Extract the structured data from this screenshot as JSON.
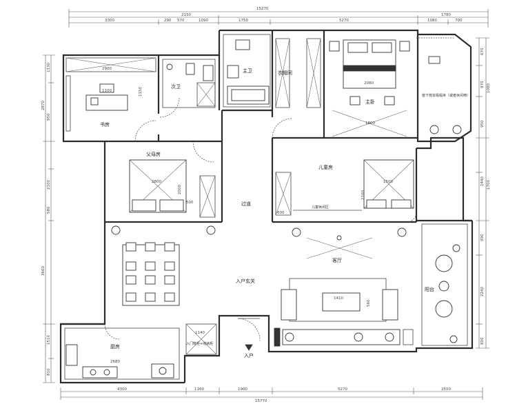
{
  "overall_dims": {
    "top_total": "15270",
    "bottom_total": "15770"
  },
  "top_dims": [
    "3300",
    "2150",
    "290",
    "570",
    "1090",
    "1750",
    "5270",
    "1780",
    "1080",
    "700"
  ],
  "bottom_dims": [
    "4300",
    "1160",
    "1900",
    "5270",
    "2550"
  ],
  "left_dims": [
    "1130",
    "2870",
    "950",
    "2100",
    "580",
    "3660",
    "1510",
    "810"
  ],
  "right_dims": [
    "670",
    "970",
    "1080",
    "950",
    "1440",
    "1700",
    "990",
    "2240",
    "800"
  ],
  "rooms": {
    "study": "书房",
    "guest_bath": "次卫",
    "master_bath": "主卫",
    "closet": "衣帽间",
    "master_bed": "主卧",
    "parents_room": "父母房",
    "children_room": "儿童房",
    "children_closet": "儿童休闲区",
    "corridor": "过道",
    "living": "客厅",
    "entry": "入户玄关",
    "balcony": "阳台",
    "kitchen": "厨房",
    "entrance": "入户"
  },
  "notes": {
    "bay_window": "窗下梳妆榻榻米（或者休闲椅）"
  },
  "furniture_dims": {
    "study_top": "2900",
    "study_desk": "1100",
    "study_side": "1150",
    "master_bed": "2080",
    "master_front": "1800",
    "parents_bed": "2800",
    "parents_w": "2000",
    "parents_wardrobe": "500",
    "child_bed": "2100",
    "child_w": "1500",
    "closet_w": "600",
    "coffee_table": "1410",
    "sofa_depth": "560",
    "kitchen_len": "2680",
    "shoe_cab": "1140",
    "shoe_label": "入门鞋柜+收纳柜"
  }
}
